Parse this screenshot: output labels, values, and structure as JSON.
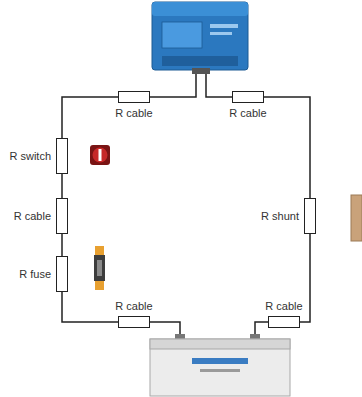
{
  "diagram": {
    "nodes": [
      {
        "text": [
          "R cable"
        ]
      },
      {
        "text": [
          "R cable"
        ]
      },
      {
        "text": [
          "R switch"
        ]
      },
      {
        "text": [
          "R cable"
        ]
      },
      {
        "text": [
          "R fuse"
        ]
      },
      {
        "text": [
          "R shunt"
        ]
      },
      {
        "text": [
          "R cable"
        ]
      },
      {
        "text": [
          "R cable"
        ]
      }
    ],
    "edges": [
      {
        "from": 0,
        "to": 2,
        "arrow": "none"
      },
      {
        "from": 2,
        "to": 3,
        "arrow": "none"
      },
      {
        "from": 3,
        "to": 4,
        "arrow": "none"
      },
      {
        "from": 4,
        "to": 6,
        "arrow": "none"
      },
      {
        "from": 1,
        "to": 5,
        "arrow": "none"
      },
      {
        "from": 5,
        "to": 7,
        "arrow": "none"
      }
    ]
  }
}
